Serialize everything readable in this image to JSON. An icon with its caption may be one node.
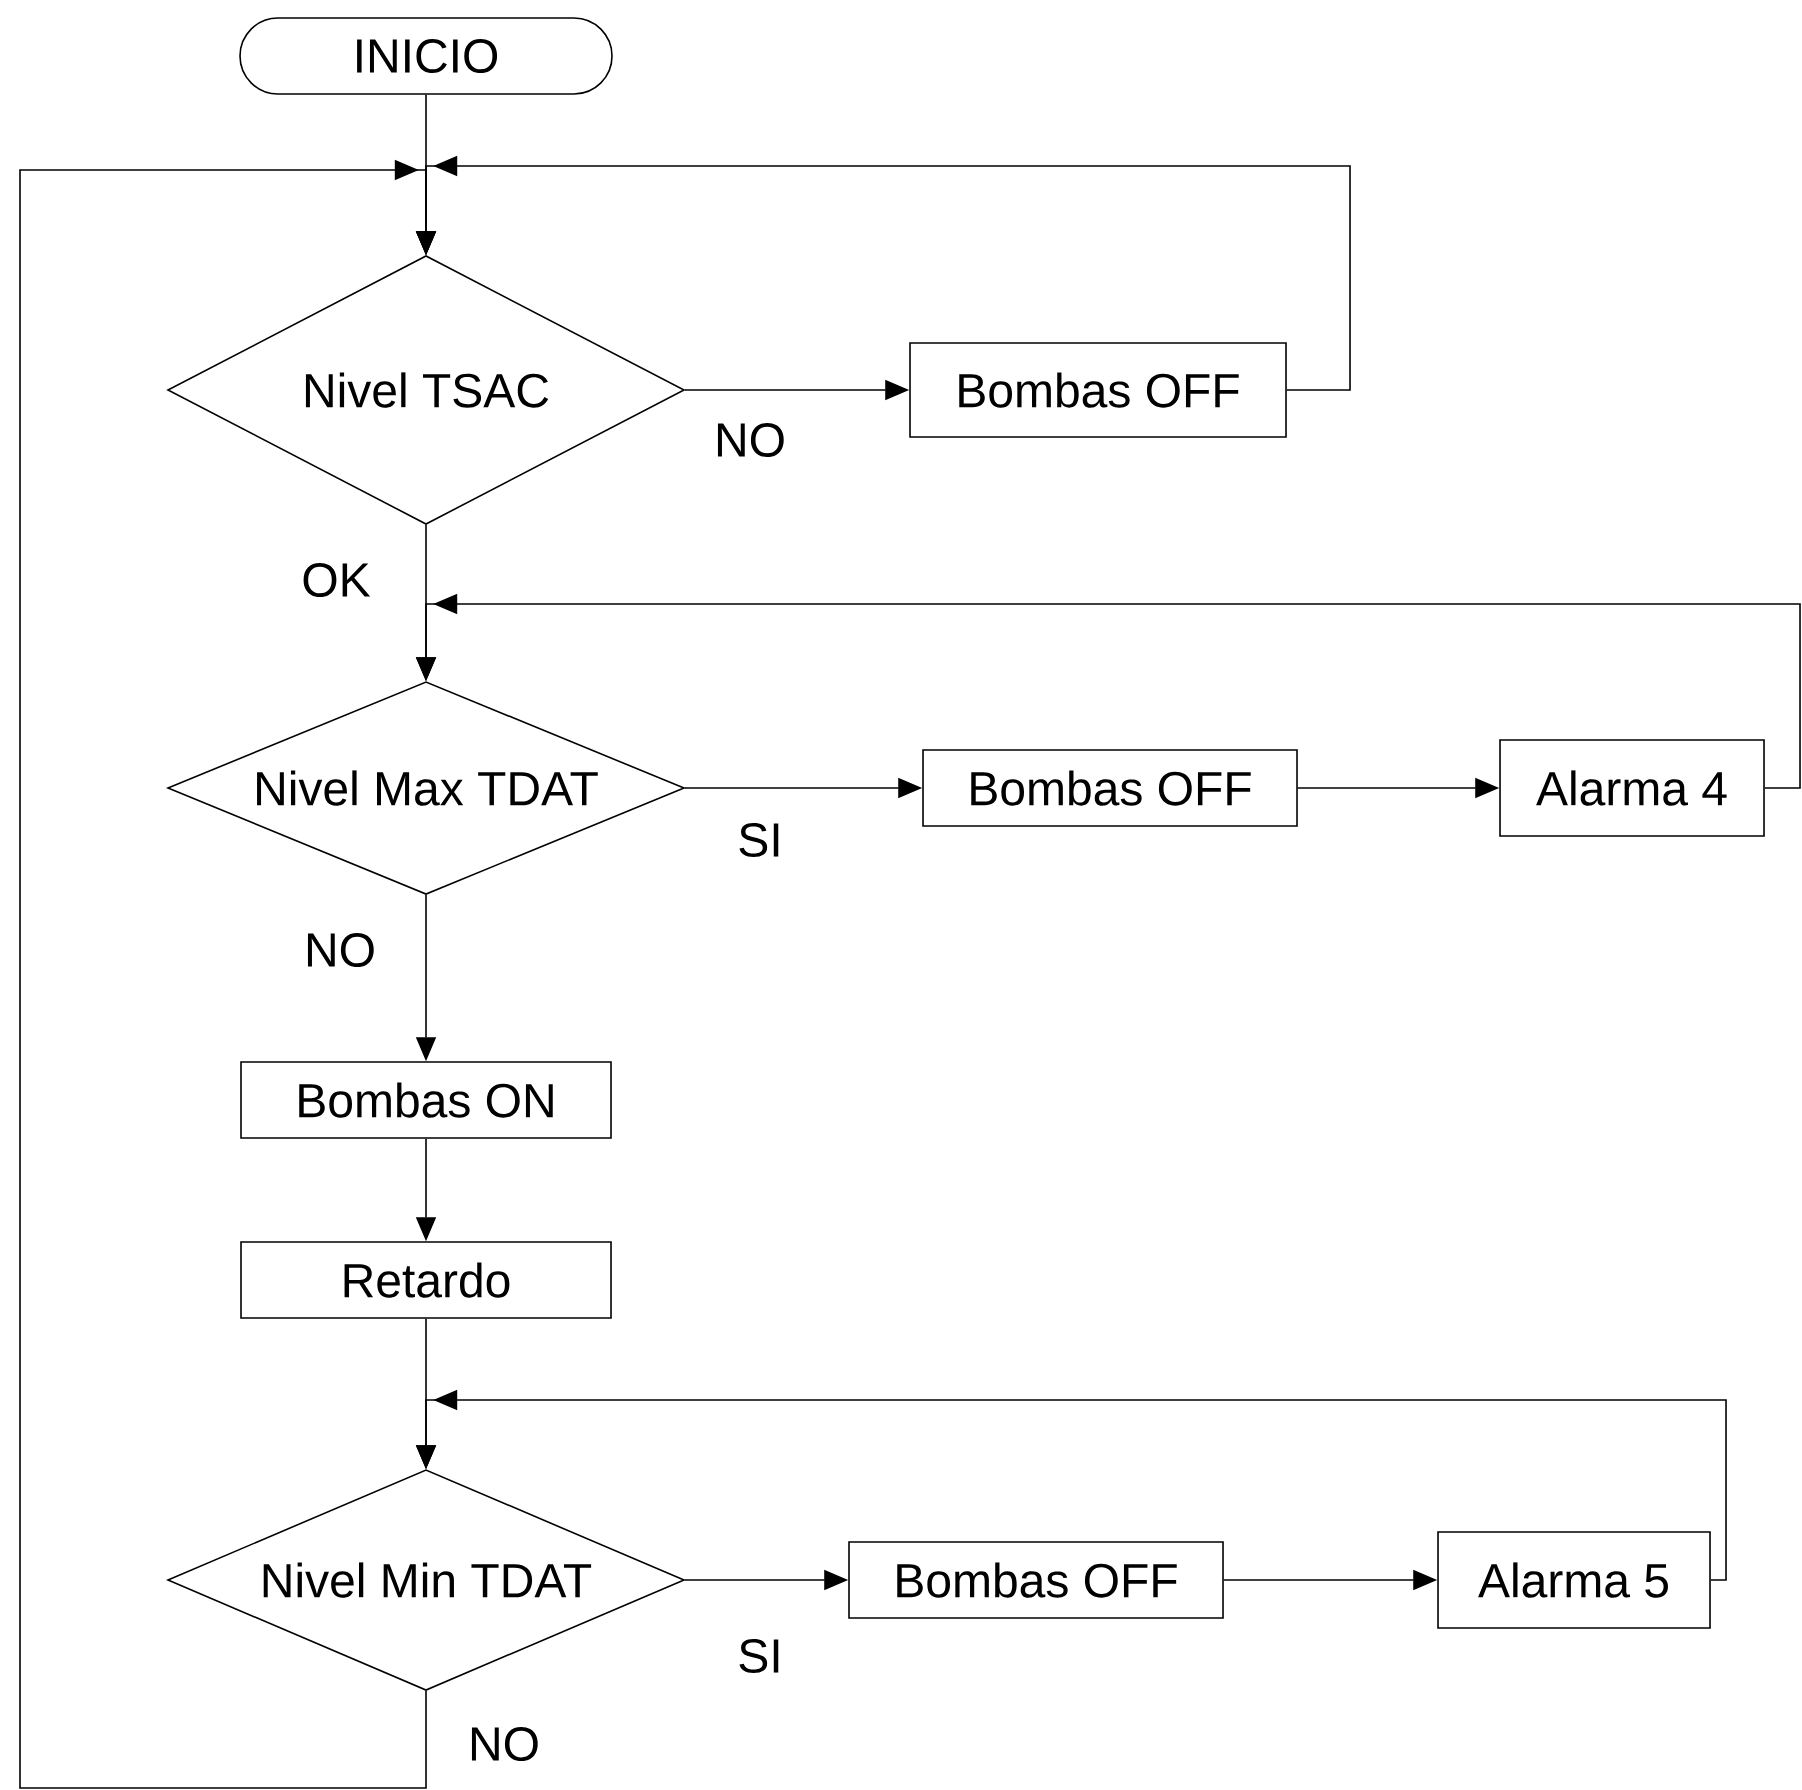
{
  "diagram": {
    "nodes": [
      {
        "text": [
          "INICIO"
        ]
      },
      {
        "text": [
          "Nivel TSAC"
        ]
      },
      {
        "text": [
          "Bombas OFF"
        ]
      },
      {
        "text": [
          "Nivel Max TDAT"
        ]
      },
      {
        "text": [
          "Bombas OFF"
        ]
      },
      {
        "text": [
          "Alarma 4"
        ]
      },
      {
        "text": [
          "Bombas ON"
        ]
      },
      {
        "text": [
          "Retardo"
        ]
      },
      {
        "text": [
          "Nivel Min TDAT"
        ]
      },
      {
        "text": [
          "Bombas OFF"
        ]
      },
      {
        "text": [
          "Alarma 5"
        ]
      }
    ],
    "edges": [
      {
        "from": 0,
        "to": 1,
        "arrow": "to"
      },
      {
        "from": 1,
        "to": 2,
        "arrow": "to",
        "label": "NO"
      },
      {
        "from": 2,
        "to": 1,
        "arrow": "to"
      },
      {
        "from": 1,
        "to": 3,
        "arrow": "to",
        "label": "OK"
      },
      {
        "from": 3,
        "to": 4,
        "arrow": "to",
        "label": "SI"
      },
      {
        "from": 4,
        "to": 5,
        "arrow": "to"
      },
      {
        "from": 5,
        "to": 3,
        "arrow": "to"
      },
      {
        "from": 3,
        "to": 6,
        "arrow": "to",
        "label": "NO"
      },
      {
        "from": 6,
        "to": 7,
        "arrow": "to"
      },
      {
        "from": 7,
        "to": 8,
        "arrow": "to"
      },
      {
        "from": 8,
        "to": 9,
        "arrow": "to",
        "label": "SI"
      },
      {
        "from": 9,
        "to": 10,
        "arrow": "to"
      },
      {
        "from": 10,
        "to": 8,
        "arrow": "to"
      },
      {
        "from": 8,
        "to": 1,
        "arrow": "to",
        "label": "NO"
      }
    ]
  }
}
